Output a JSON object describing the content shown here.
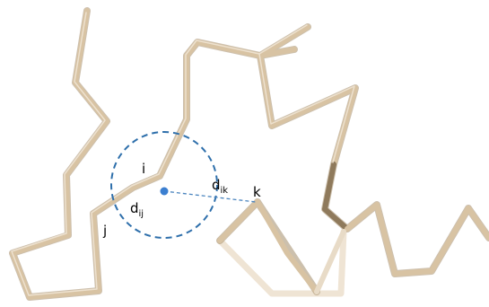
{
  "labels": {
    "i": "i",
    "j": "j",
    "k": "k",
    "d": "d",
    "ij": "ij",
    "ik": "ik"
  },
  "colors": {
    "backbone": "#d8c3a3",
    "backbone_edge": "#a48d6b",
    "backbone_far": "#ece0cf",
    "circle": "#2e6fab",
    "center_dot": "#3b7fd0",
    "distance_line": "#4a84be"
  }
}
